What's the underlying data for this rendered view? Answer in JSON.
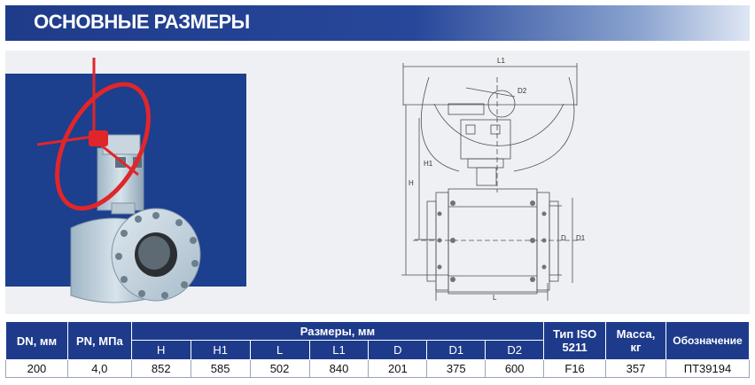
{
  "title": "ОСНОВНЫЕ РАЗМЕРЫ",
  "drawing": {
    "labels": {
      "L1": "L1",
      "D2": "D2",
      "H1": "H1",
      "H": "H",
      "D": "D",
      "D1": "D1",
      "L": "L"
    }
  },
  "table": {
    "headers": {
      "dn": "DN, мм",
      "pn": "PN, МПа",
      "dims": "Размеры, мм",
      "iso_line1": "Тип ISO",
      "iso_line2": "5211",
      "mass_line1": "Масса,",
      "mass_line2": "кг",
      "code": "Обозначение"
    },
    "sub_headers": [
      "H",
      "H1",
      "L",
      "L1",
      "D",
      "D1",
      "D2"
    ],
    "row": {
      "dn": "200",
      "pn": "4,0",
      "dims": [
        "852",
        "585",
        "502",
        "840",
        "201",
        "375",
        "600"
      ],
      "iso": "F16",
      "mass": "357",
      "code": "ПТ39194"
    }
  },
  "colors": {
    "brand_blue": "#1e3b8b",
    "handwheel_red": "#e0262a"
  }
}
